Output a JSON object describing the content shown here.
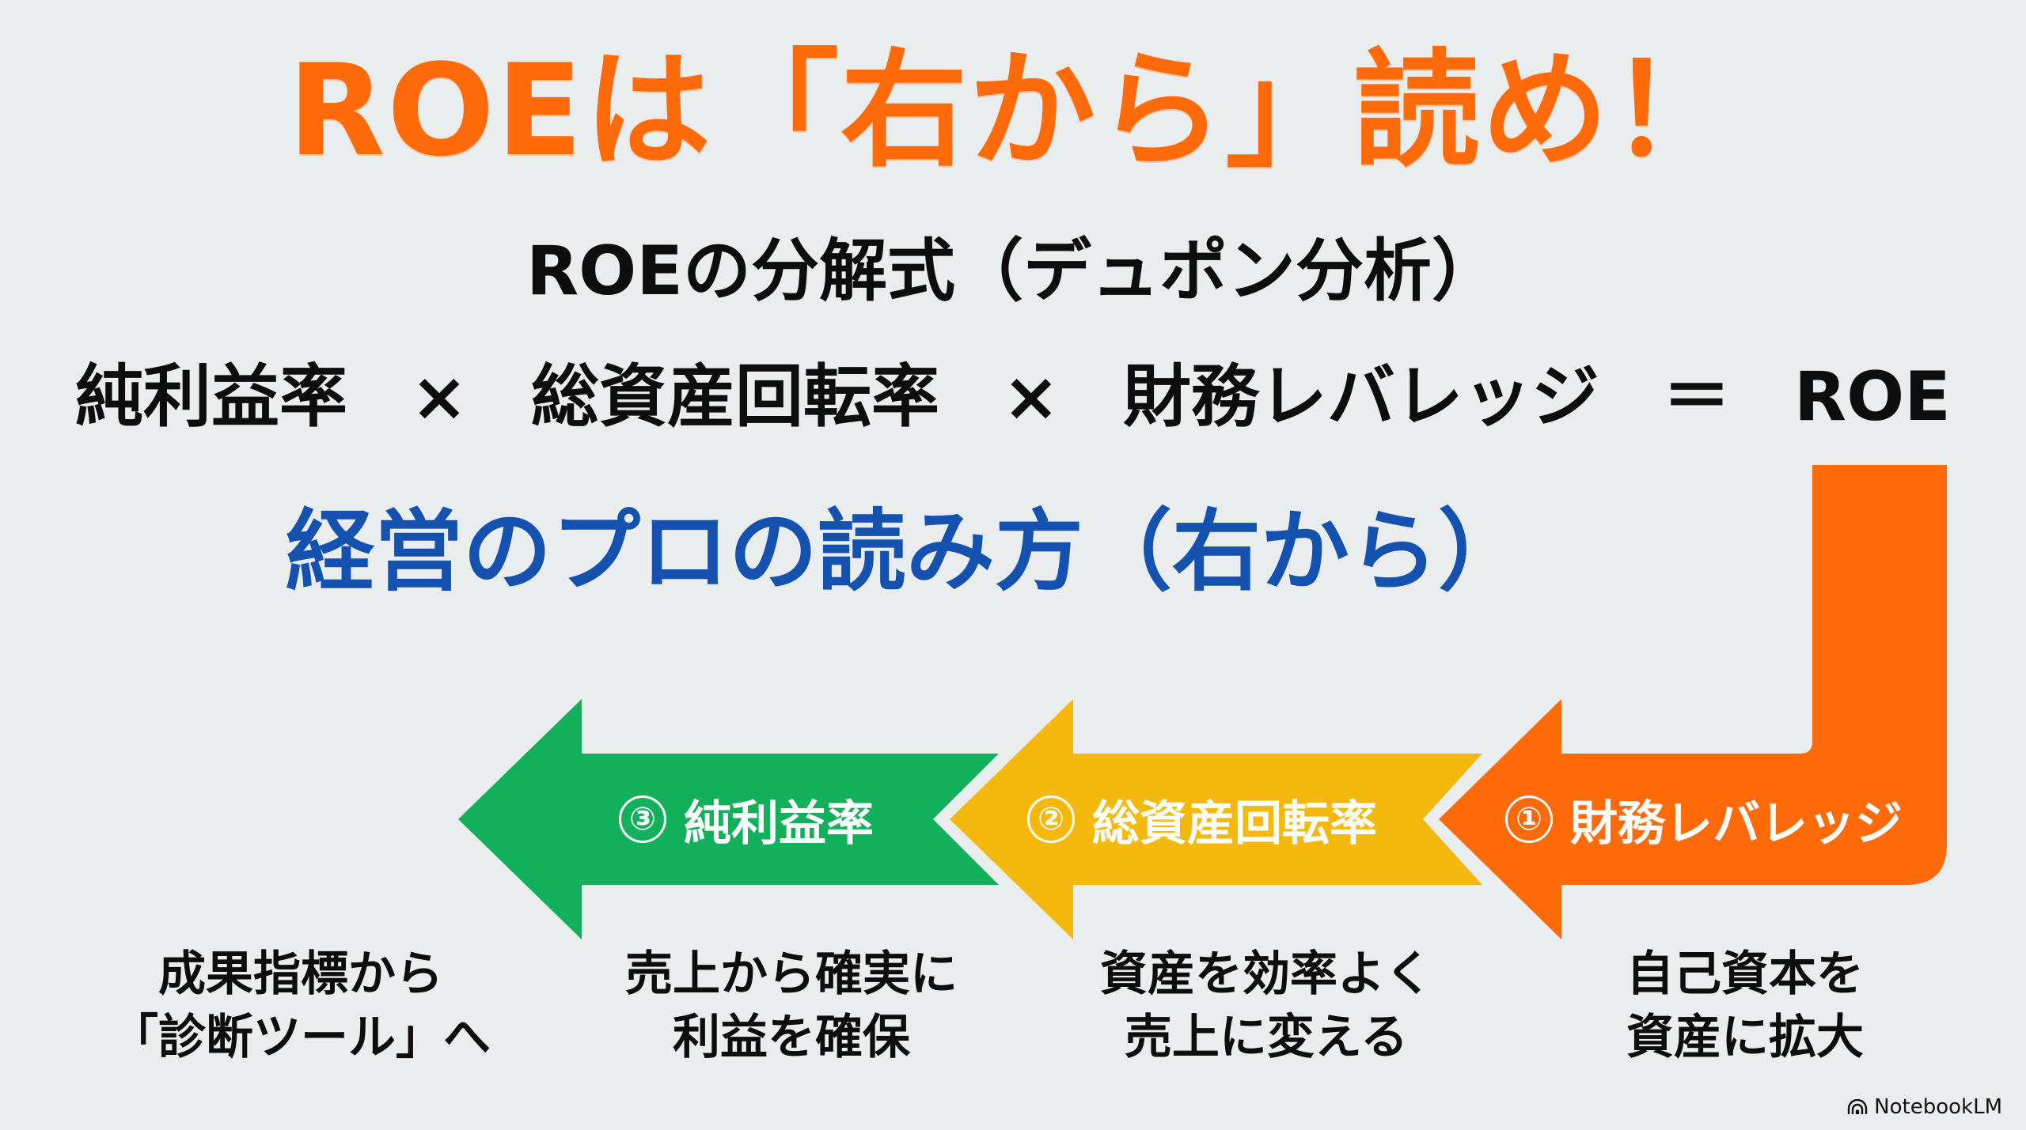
{
  "slide": {
    "title": "ROEは「右から」読め！",
    "subtitle": "ROEの分解式（デュポン分析）",
    "formula": {
      "terms": [
        "純利益率",
        "×",
        "総資産回転率",
        "×",
        "財務レバレッジ",
        "＝",
        "ROE"
      ]
    },
    "reading_heading": "経営のプロの読み方（右から）",
    "steps": [
      {
        "number": "①",
        "label": "財務レバレッジ",
        "color": "#ff6a0a",
        "caption_line1": "自己資本を",
        "caption_line2": "資産に拡大"
      },
      {
        "number": "②",
        "label": "総資産回転率",
        "color": "#f5b80c",
        "caption_line1": "資産を効率よく",
        "caption_line2": "売上に変える"
      },
      {
        "number": "③",
        "label": "純利益率",
        "color": "#12b05a",
        "caption_line1": "売上から確実に",
        "caption_line2": "利益を確保"
      }
    ],
    "conclusion_line1": "成果指標から",
    "conclusion_line2": "「診断ツール」へ"
  },
  "colors": {
    "background": "#e9edee",
    "title": "#ff6a0a",
    "heading_blue": "#1552b0",
    "text": "#0d0d0d"
  },
  "watermark": {
    "icon": "notebooklm-logo-icon",
    "label": "NotebookLM"
  }
}
